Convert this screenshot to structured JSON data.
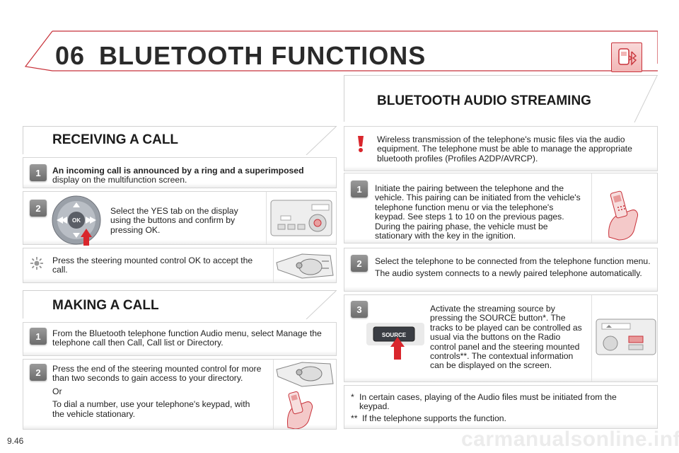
{
  "header": {
    "chapter": "06",
    "title": "BLUETOOTH FUNCTIONS",
    "icon": "bluetooth-phone-icon"
  },
  "page_number": "9.46",
  "watermark": "carmanualsonline.info",
  "receiving": {
    "title": "RECEIVING A CALL",
    "steps": [
      {
        "num": "1",
        "bold": "An incoming call is announced by a ring and a superimposed",
        "text": "display on the multifunction screen."
      },
      {
        "num": "2",
        "text": "Select the YES tab on the display using the buttons and confirm by pressing OK.",
        "ok_label": "OK"
      },
      {
        "text": "Press the steering mounted control OK to accept the call."
      }
    ]
  },
  "making": {
    "title": "MAKING A CALL",
    "steps": [
      {
        "num": "1",
        "text": "From the Bluetooth telephone function Audio menu, select Manage the telephone call then Call, Call list or Directory."
      },
      {
        "num": "2",
        "text": "Press the end of the steering mounted control for more than two seconds to gain access to your directory.",
        "or": "Or",
        "text2": "To dial a number, use your telephone's keypad, with the vehicle stationary."
      }
    ]
  },
  "streaming": {
    "title": "BLUETOOTH AUDIO STREAMING",
    "warning": "Wireless transmission of the telephone's music files via the audio equipment. The telephone must be able to manage the appropriate bluetooth profiles (Profiles A2DP/AVRCP).",
    "steps": [
      {
        "num": "1",
        "text": "Initiate the pairing between the telephone and the vehicle. This pairing can be initiated from the vehicle's telephone function menu or via the telephone's keypad. See steps 1 to 10 on the previous pages. During the pairing phase, the vehicle must be stationary with the key in the ignition."
      },
      {
        "num": "2",
        "text": "Select the telephone to be connected from the telephone function menu.",
        "text2": "The audio system connects to a newly paired telephone automatically."
      },
      {
        "num": "3",
        "text": "Activate the streaming source by pressing the SOURCE button*. The tracks to be played can be controlled as usual via the buttons on the Radio control panel and the steering mounted controls**. The contextual information can be displayed on the screen.",
        "button_label": "SOURCE"
      }
    ],
    "notes": [
      {
        "mark": "*",
        "text": "In certain cases, playing of the Audio files must be initiated from the keypad."
      },
      {
        "mark": "**",
        "text": "If the telephone supports the function."
      }
    ]
  }
}
